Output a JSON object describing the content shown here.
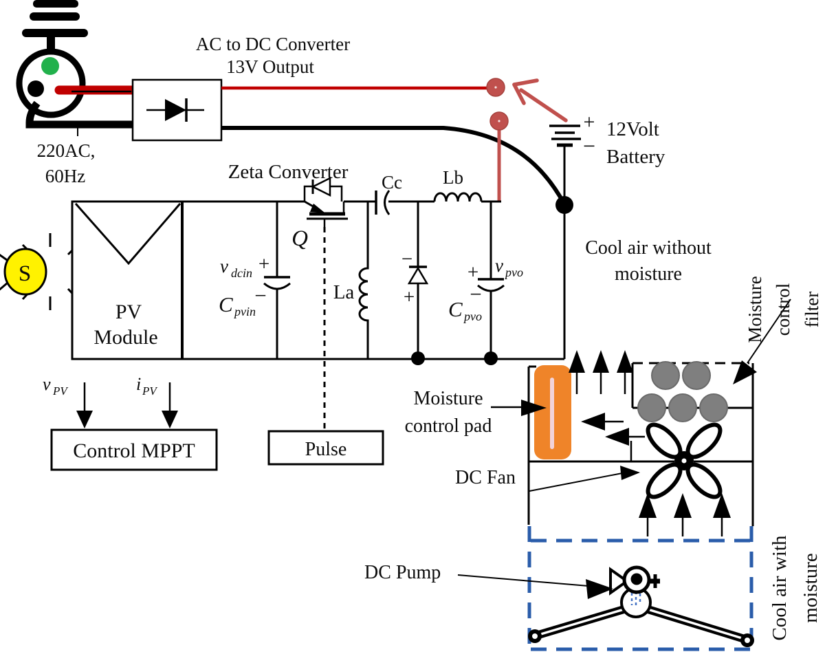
{
  "colors": {
    "wire-red": "#c00000",
    "terminal-red": "#c0504d",
    "terminal-stroke": "#a5423d",
    "green-dot": "#22b14c",
    "sun-yellow": "#fff200",
    "pad-orange": "#ef8429",
    "pad-stripe": "#f2d3d8",
    "filter-gray": "#7f7f7f",
    "filter-gray-edge": "#6a6a6a",
    "dash-blue": "#2a5caa",
    "drop-blue": "#4472c4"
  },
  "ac_source": {
    "line1": "220AC,",
    "line2": "60Hz"
  },
  "converter": {
    "line1": "AC to DC  Converter",
    "line2": "13V Output"
  },
  "battery": {
    "plus": "+",
    "minus": "−",
    "line1": "12Volt",
    "line2": "Battery"
  },
  "zeta": {
    "title": "Zeta Converter",
    "q": "Q",
    "plus": "+",
    "minus": "−",
    "vdcin": {
      "base": "v",
      "sub": "dcin"
    },
    "cpvin": {
      "base": "C",
      "sub": "pvin"
    },
    "la": "La",
    "cc": "Cc",
    "lb": "Lb",
    "vpvo": {
      "base": "v",
      "sub": "pvo"
    },
    "cpvo": {
      "base": "C",
      "sub": "pvo"
    }
  },
  "pv_module": {
    "line1": "PV",
    "line2": "Module"
  },
  "sun": {
    "letter": "S"
  },
  "mppt": {
    "label": "Control MPPT",
    "vpv": {
      "base": "v",
      "sub": "PV"
    },
    "ipv": {
      "base": "i",
      "sub": "PV"
    }
  },
  "pulse": {
    "label": "Pulse"
  },
  "cooling": {
    "cool_air_out": {
      "line1": "Cool air without",
      "line2": "moisture"
    },
    "pad_label": {
      "line1": "Moisture",
      "line2": "control pad"
    },
    "fan_label": "DC Fan",
    "pump_label": "DC Pump",
    "filter_label": {
      "line1": "Moisture",
      "line2": "control",
      "line3": "filter"
    },
    "cool_air_in": {
      "line1": "Cool air with",
      "line2": "moisture"
    }
  }
}
